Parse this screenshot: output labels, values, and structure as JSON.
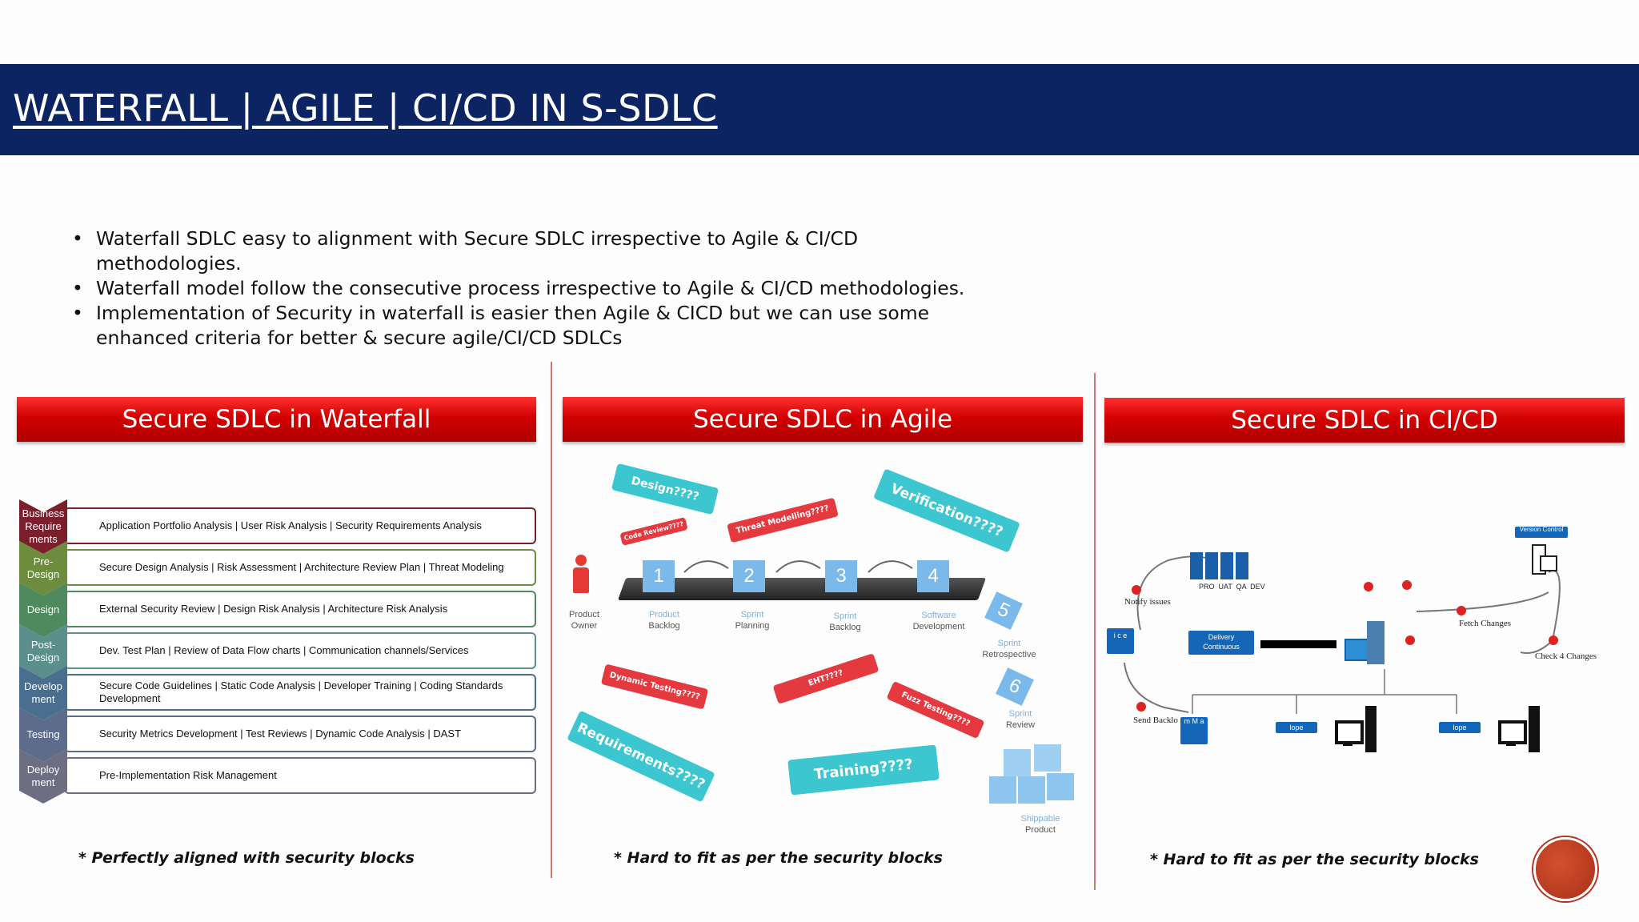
{
  "title": "WATERFALL | AGILE | CI/CD IN S-SDLC",
  "bullets": [
    "Waterfall SDLC easy to alignment with Secure SDLC irrespective to Agile & CI/CD methodologies.",
    "Waterfall model follow the consecutive process irrespective to Agile & CI/CD methodologies.",
    "Implementation of Security in waterfall is easier then Agile & CICD but we can use some enhanced criteria for better & secure agile/CI/CD SDLCs"
  ],
  "sections": {
    "waterfall": {
      "header": "Secure SDLC in Waterfall",
      "footnote": "* Perfectly aligned with security blocks",
      "phases": [
        {
          "name": "Business Requirements",
          "label_lines": [
            "Business",
            "Require",
            "ments"
          ],
          "color": "#7a1f2b",
          "activities": "Application Portfolio Analysis  | User Risk Analysis  | Security Requirements Analysis"
        },
        {
          "name": "Pre-Design",
          "label_lines": [
            "Pre-",
            "Design"
          ],
          "color": "#6e8c3e",
          "activities": "Secure Design Analysis  |  Risk Assessment  |   Architecture Review Plan | Threat Modeling"
        },
        {
          "name": "Design",
          "label_lines": [
            "Design"
          ],
          "color": "#4e8a5e",
          "activities": "External Security Review  |  Design Risk Analysis  |  Architecture Risk Analysis"
        },
        {
          "name": "Post-Design",
          "label_lines": [
            "Post-",
            "Design"
          ],
          "color": "#5a8f8c",
          "activities": "Dev. Test Plan  |  Review of Data Flow charts  |  Communication channels/Services"
        },
        {
          "name": "Development",
          "label_lines": [
            "Develop",
            "ment"
          ],
          "color": "#4a6f8e",
          "activities": "Secure Code Guidelines  | Static Code Analysis  |  Developer Training  |  Coding Standards Development"
        },
        {
          "name": "Testing",
          "label_lines": [
            "Testing"
          ],
          "color": "#5d6c8a",
          "activities": "Security Metrics Development  | Test Reviews  |  Dynamic Code Analysis | DAST"
        },
        {
          "name": "Deployment",
          "label_lines": [
            "Deploy",
            "ment"
          ],
          "color": "#6e6e82",
          "activities": "Pre-Implementation Risk Management"
        }
      ]
    },
    "agile": {
      "header": "Secure SDLC in Agile",
      "footnote": "* Hard to fit as per the security blocks",
      "stickers": {
        "design": "Design????",
        "code_review": "Code Review????",
        "threat_modelling": "Threat Modelling????",
        "verification": "Verification????",
        "dynamic_testing": "Dynamic Testing????",
        "eht": "EHT????",
        "fuzz_testing": "Fuzz Testing????",
        "requirements": "Requirements????",
        "training": "Training????"
      },
      "cubes": [
        "1",
        "2",
        "3",
        "4",
        "5",
        "6"
      ],
      "labels": {
        "product_owner": [
          "Product",
          "Owner"
        ],
        "product_backlog": [
          "Product",
          "Backlog"
        ],
        "sprint_planning": [
          "Sprint",
          "Planning"
        ],
        "sprint_backlog": [
          "Sprint",
          "Backlog"
        ],
        "software_development": [
          "Software",
          "Development"
        ],
        "sprint_retrospective": [
          "Sprint",
          "Retrospective"
        ],
        "sprint_review": [
          "Sprint",
          "Review"
        ],
        "shippable_product": [
          "Shippable",
          "Product"
        ]
      }
    },
    "cicd": {
      "header": "Secure SDLC in CI/CD",
      "footnote": "* Hard to fit as per the security blocks",
      "env_labels": "PRO  UAT  QA  DEV",
      "delivery_box": [
        "Delivery",
        "Continuous"
      ],
      "version_control": "Version Control",
      "notify_issues": "Notify issues",
      "fetch_changes": "Fetch Changes",
      "check_changes": "Check 4 Changes",
      "send_backlog": "Send Backlo",
      "lope_1": "lope",
      "lope_2": "lope",
      "side_box": "i c e",
      "mma_box": "m M a"
    }
  }
}
